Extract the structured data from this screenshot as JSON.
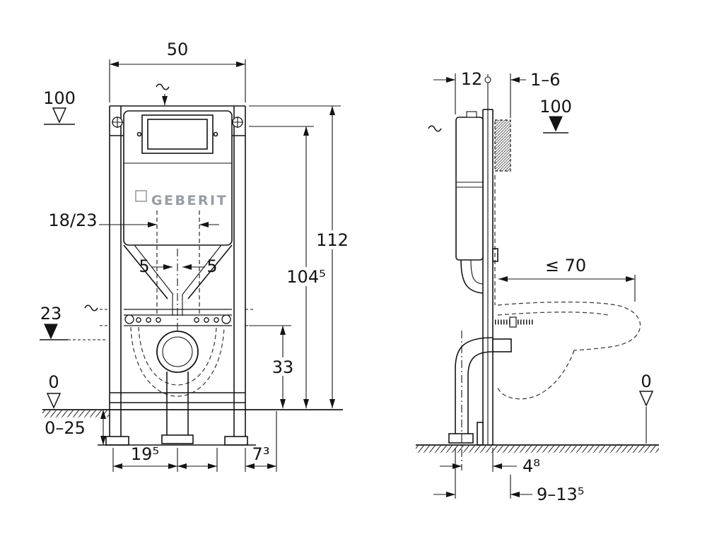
{
  "drawing": {
    "brand": "GEBERIT",
    "front": {
      "width_top": "50",
      "level_plate": "100",
      "height_total": "112",
      "height_top_fix": "104⁵",
      "supply_offset": "18/23",
      "adjust_left": "5",
      "adjust_right": "5",
      "level_outlet": "23",
      "outlet_height": "33",
      "level_floor": "0",
      "floor_range": "0–25",
      "foot_offset": "19⁵",
      "side_offset": "7³"
    },
    "side": {
      "depth": "12",
      "wall_finish": "1–6",
      "level_plate": "100",
      "pan_depth_max": "≤ 70",
      "level_floor": "0",
      "outlet_offset": "4⁸",
      "depth_range": "9–13⁵"
    }
  }
}
